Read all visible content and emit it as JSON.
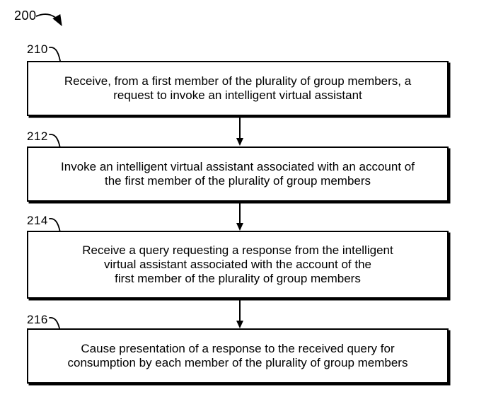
{
  "figure": {
    "label": "200",
    "ink_color": "#000000",
    "background_color": "#ffffff",
    "steps": [
      {
        "ref": "210",
        "lines": [
          "Receive, from a first member of the plurality of group members, a",
          "request to invoke an intelligent virtual assistant"
        ]
      },
      {
        "ref": "212",
        "lines": [
          "Invoke an intelligent virtual assistant associated with an account of",
          "the first member of the plurality of group members"
        ]
      },
      {
        "ref": "214",
        "lines": [
          "Receive a query requesting a response from the intelligent",
          "virtual assistant associated with the account of the",
          "first member of the plurality of group members"
        ]
      },
      {
        "ref": "216",
        "lines": [
          "Cause presentation of a response to the received query for",
          "consumption by each member of the plurality of group members"
        ]
      }
    ]
  }
}
